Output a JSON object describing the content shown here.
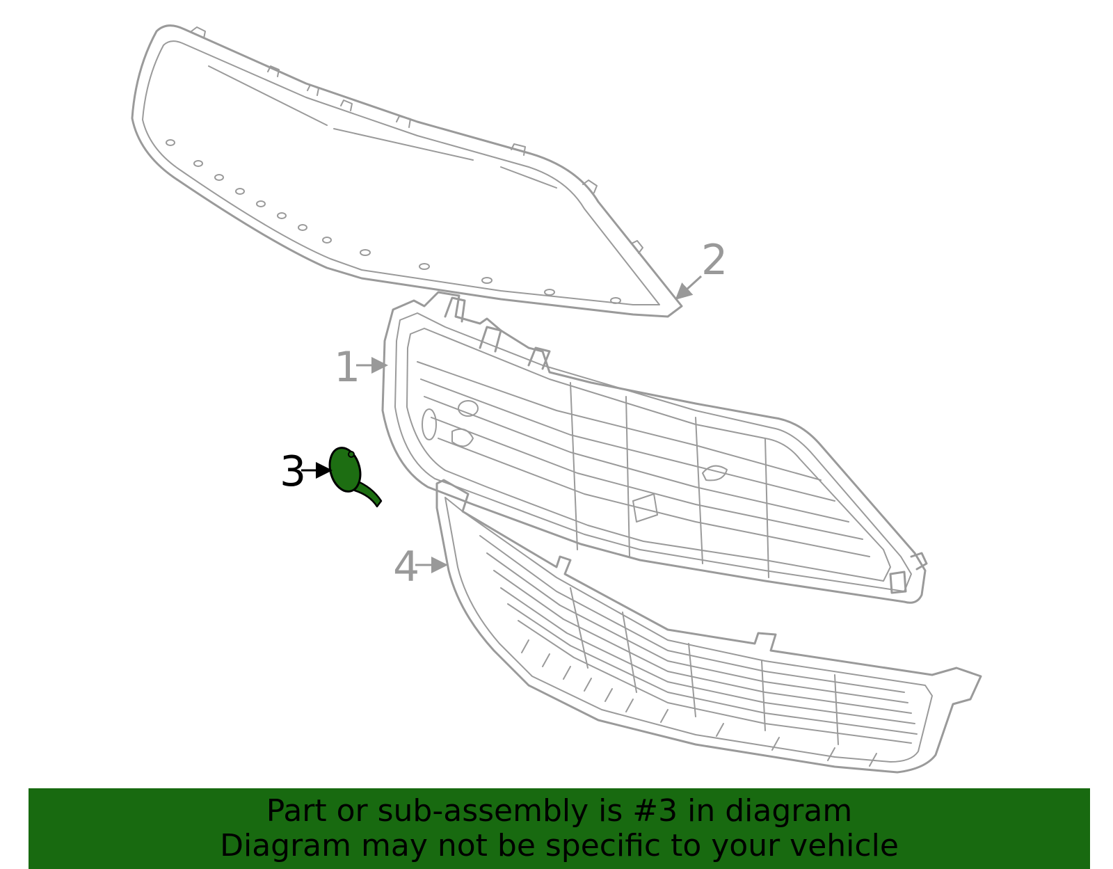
{
  "diagram": {
    "callouts": [
      {
        "number": "1",
        "highlighted": false
      },
      {
        "number": "2",
        "highlighted": false
      },
      {
        "number": "3",
        "highlighted": true
      },
      {
        "number": "4",
        "highlighted": false
      }
    ],
    "colors": {
      "line_art": "#9a9a9a",
      "highlight_fill": "#1d6e12",
      "banner": "#186a10"
    }
  },
  "banner": {
    "line1": "Part or sub-assembly is #3 in diagram",
    "line2": "Diagram may not be specific to your vehicle"
  }
}
